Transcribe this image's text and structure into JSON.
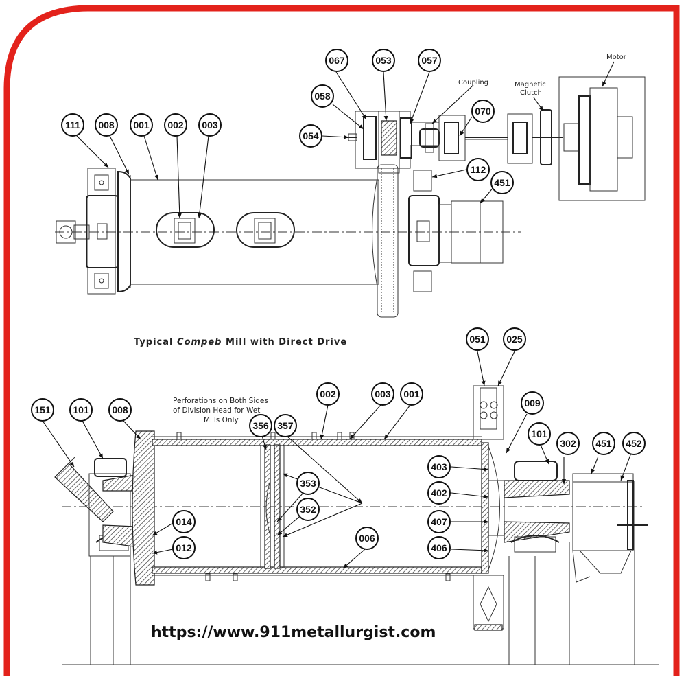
{
  "colors": {
    "frame": "#e3221b",
    "ink": "#222222",
    "background": "#ffffff"
  },
  "caption": "Typical Compeb Mill with Direct Drive",
  "caption_prefix": "Typical ",
  "caption_brand": "Compeb",
  "caption_suffix": " Mill with Direct Drive",
  "note_lines": [
    "Perforations on Both Sides",
    "of Division Head for Wet",
    "Mills Only"
  ],
  "component_names": {
    "coupling": "Coupling",
    "clutch_line1": "Magnetic",
    "clutch_line2": "Clutch",
    "motor": "Motor"
  },
  "url": "https://www.911metallurgist.com",
  "top_labels": [
    "111",
    "008",
    "001",
    "002",
    "003",
    "067",
    "053",
    "057",
    "058",
    "054",
    "070",
    "112",
    "451"
  ],
  "bottom_labels": [
    "151",
    "101",
    "008",
    "002",
    "003",
    "001",
    "356",
    "357",
    "353",
    "352",
    "014",
    "012",
    "006",
    "051",
    "025",
    "009",
    "101",
    "302",
    "451",
    "452",
    "403",
    "402",
    "407",
    "406"
  ]
}
